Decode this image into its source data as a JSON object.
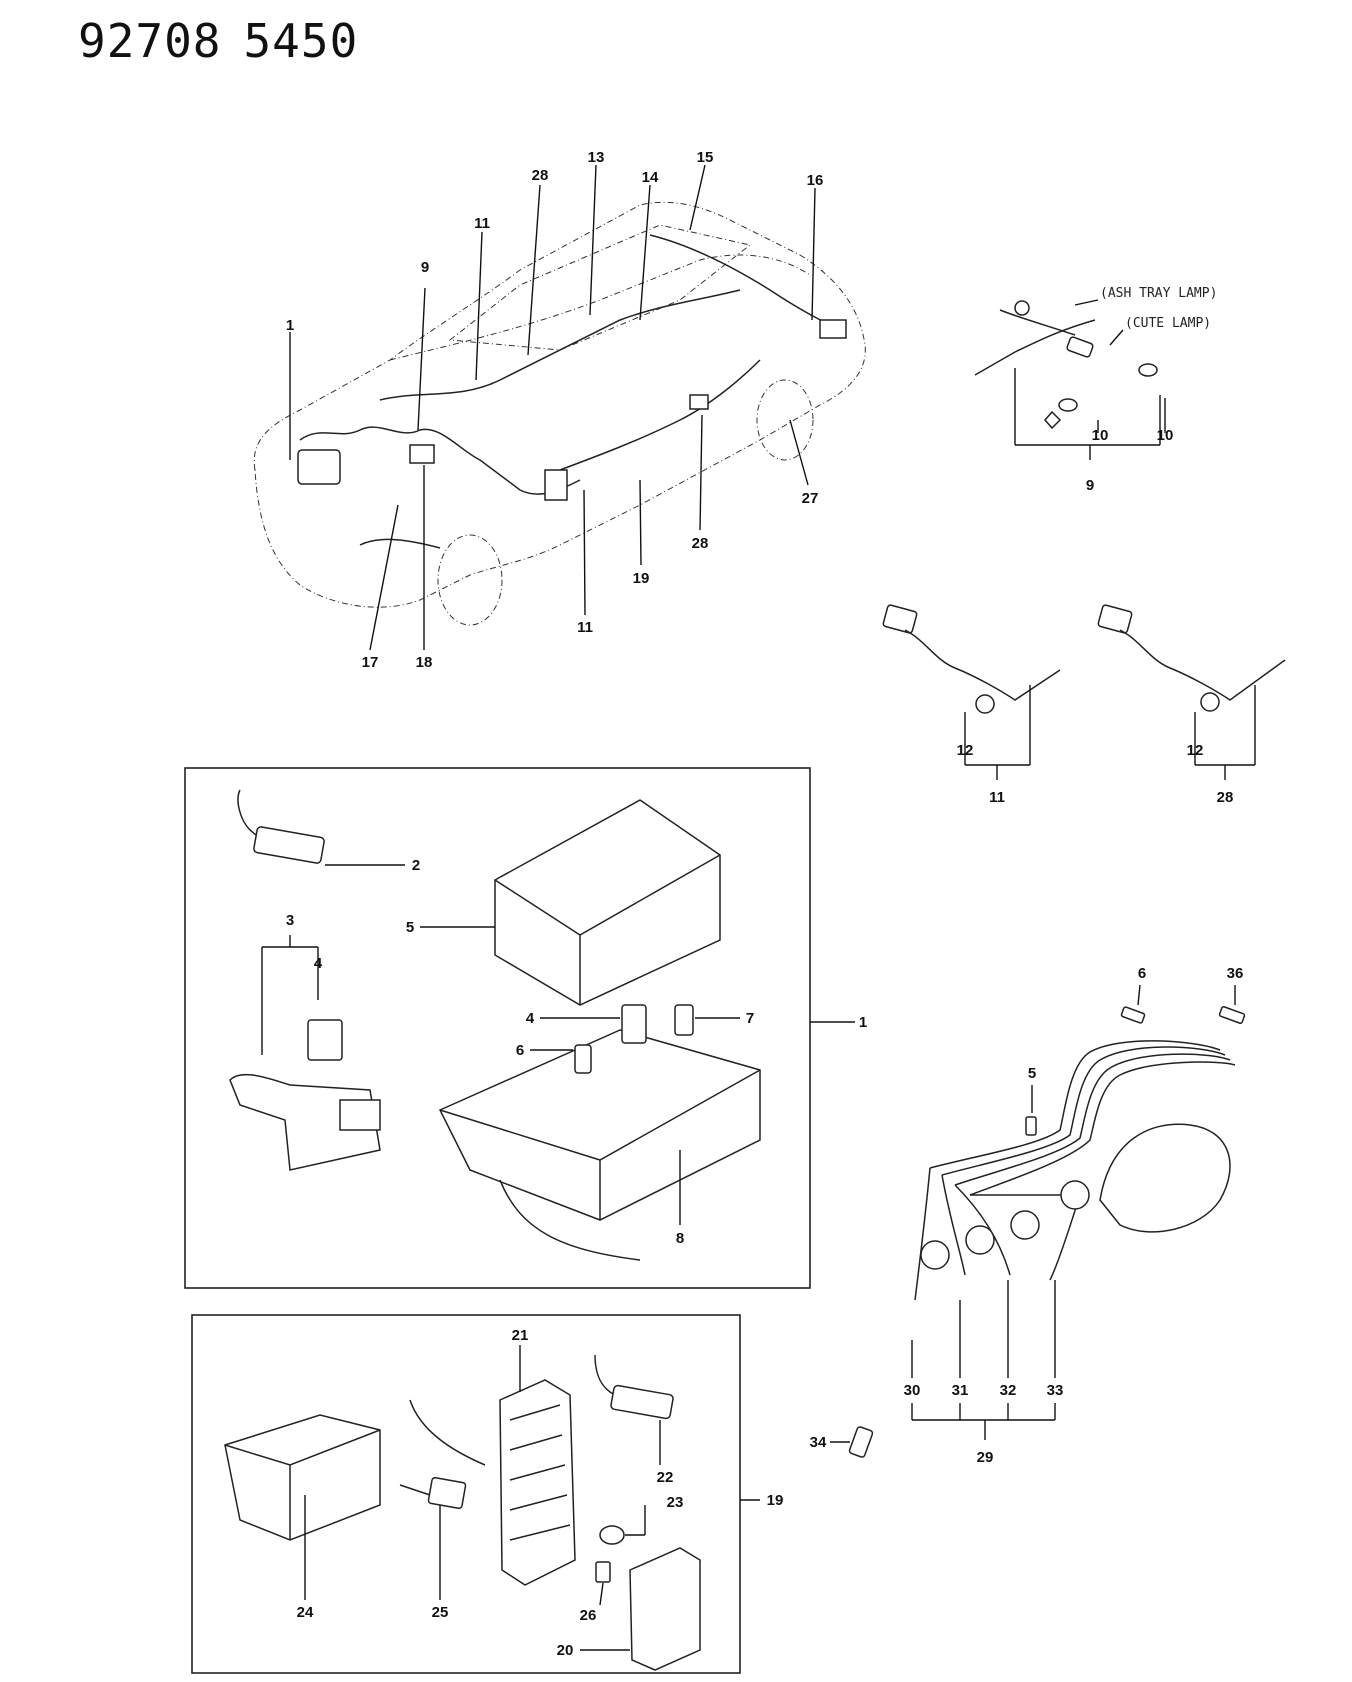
{
  "header": {
    "part_group_code": "92708",
    "page_code": "5450"
  },
  "notes": {
    "ash_tray_lamp": "(ASH TRAY LAMP)",
    "cute_lamp": "(CUTE LAMP)"
  },
  "labels": {
    "car": [
      "1",
      "9",
      "11",
      "28",
      "13",
      "14",
      "15",
      "16",
      "27",
      "28",
      "19",
      "11",
      "18",
      "17"
    ],
    "lamp_group": [
      "10",
      "10",
      "9"
    ],
    "harness": [
      "12",
      "11",
      "12",
      "28"
    ],
    "box1": [
      "2",
      "3",
      "4",
      "5",
      "4",
      "6",
      "7",
      "8",
      "1"
    ],
    "box19": [
      "21",
      "22",
      "23",
      "24",
      "25",
      "26",
      "20",
      "19"
    ],
    "ignition": [
      "6",
      "36",
      "5",
      "30",
      "31",
      "32",
      "33",
      "29",
      "34"
    ]
  }
}
